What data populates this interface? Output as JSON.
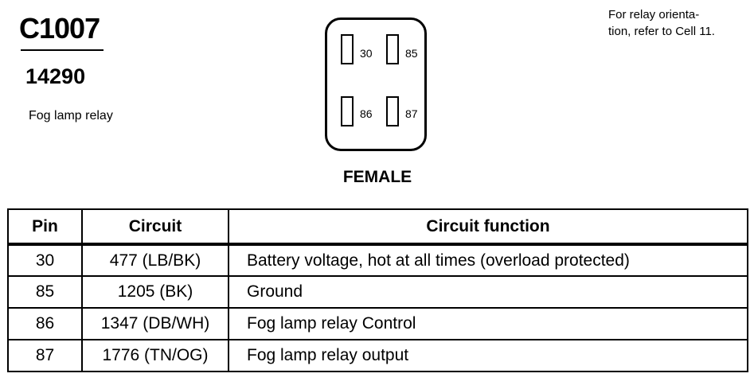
{
  "connector": {
    "id": "C1007",
    "part_number": "14290",
    "description": "Fog lamp relay",
    "gender": "FEMALE",
    "note": "For relay orienta-tion, refer to Cell 11.",
    "note_lines": [
      "For relay orienta-",
      "tion, refer to Cell 11."
    ],
    "pin_labels": [
      "30",
      "85",
      "86",
      "87"
    ]
  },
  "table": {
    "headers": [
      "Pin",
      "Circuit",
      "Circuit function"
    ],
    "rows": [
      {
        "pin": "30",
        "circuit": "477 (LB/BK)",
        "function": "Battery voltage, hot at all times (overload protected)"
      },
      {
        "pin": "85",
        "circuit": "1205 (BK)",
        "function": "Ground"
      },
      {
        "pin": "86",
        "circuit": "1347 (DB/WH)",
        "function": "Fog lamp relay Control"
      },
      {
        "pin": "87",
        "circuit": "1776 (TN/OG)",
        "function": "Fog lamp relay output"
      }
    ]
  }
}
